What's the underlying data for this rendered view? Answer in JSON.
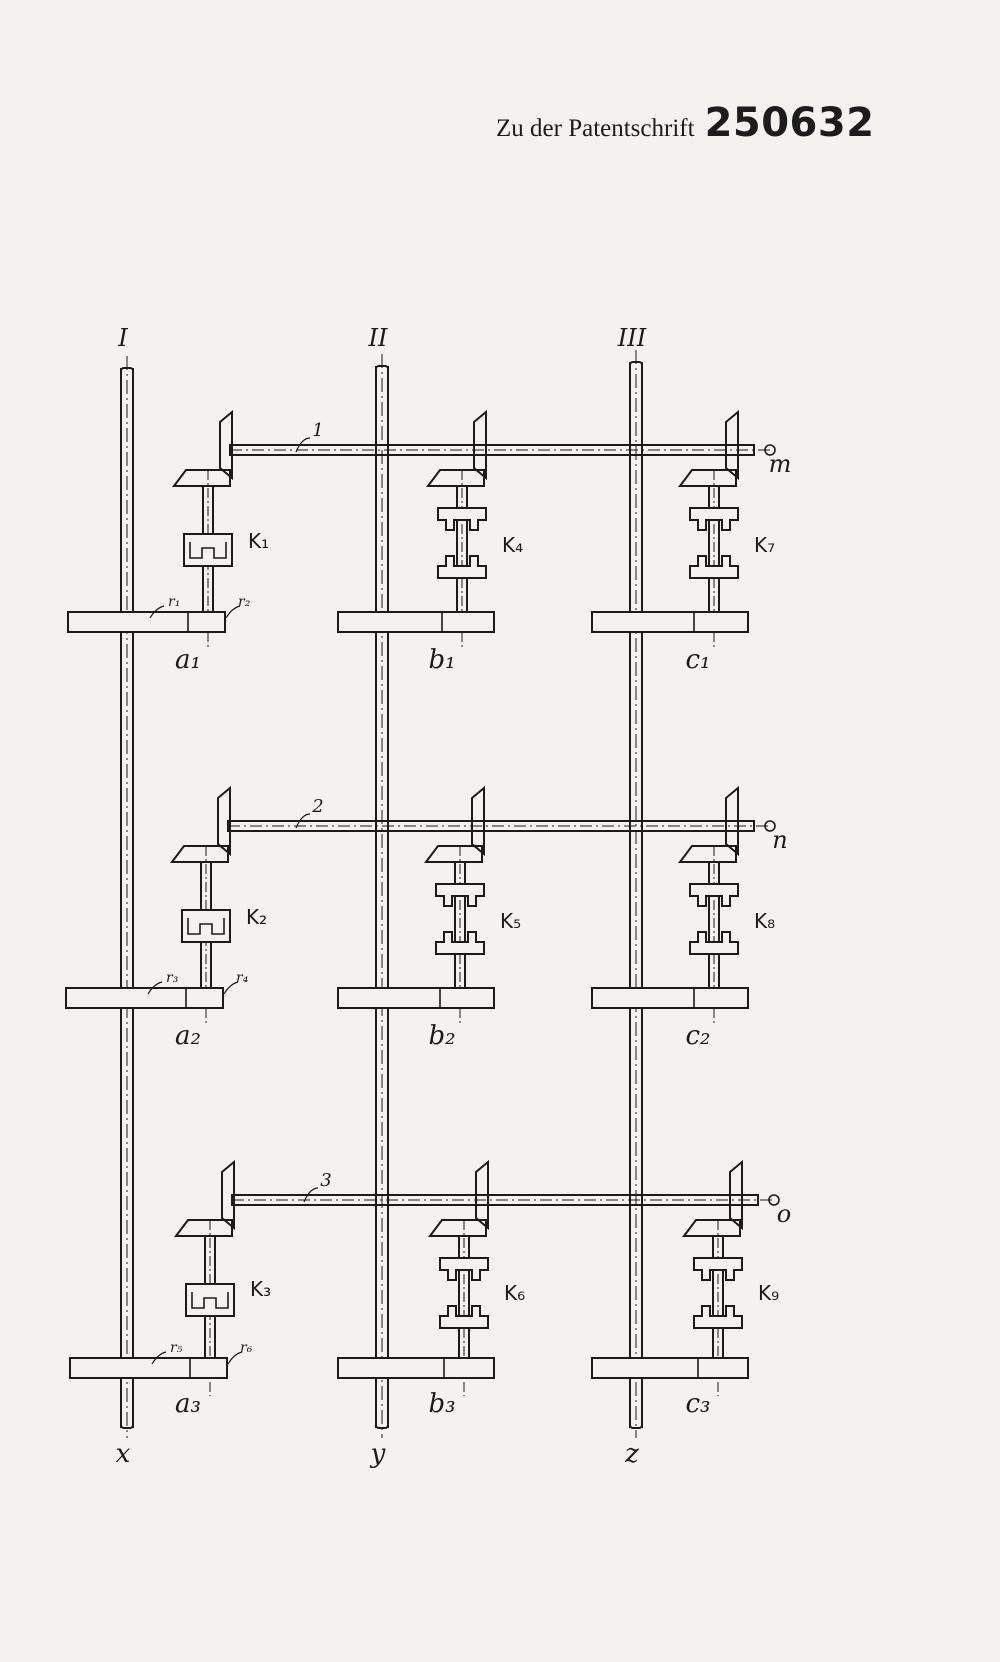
{
  "header": {
    "lead": "Zu der Patentschrift",
    "number": "250632"
  },
  "shafts": [
    {
      "roman": "I",
      "end": "x",
      "wheels": [
        "a₁",
        "a₂",
        "a₃"
      ]
    },
    {
      "roman": "II",
      "end": "y",
      "wheels": [
        "b₁",
        "b₂",
        "b₃"
      ]
    },
    {
      "roman": "III",
      "end": "z",
      "wheels": [
        "c₁",
        "c₂",
        "c₃"
      ]
    }
  ],
  "rows": [
    {
      "shaft_no": "1",
      "end": "m",
      "couplings": [
        "K₁",
        "K₄",
        "K₇"
      ],
      "gear_left": "r₁",
      "gear_right": "r₂"
    },
    {
      "shaft_no": "2",
      "end": "n",
      "couplings": [
        "K₂",
        "K₅",
        "K₈"
      ],
      "gear_left": "r₃",
      "gear_right": "r₄"
    },
    {
      "shaft_no": "3",
      "end": "o",
      "couplings": [
        "K₃",
        "K₆",
        "K₉"
      ],
      "gear_left": "r₅",
      "gear_right": "r₆"
    }
  ]
}
